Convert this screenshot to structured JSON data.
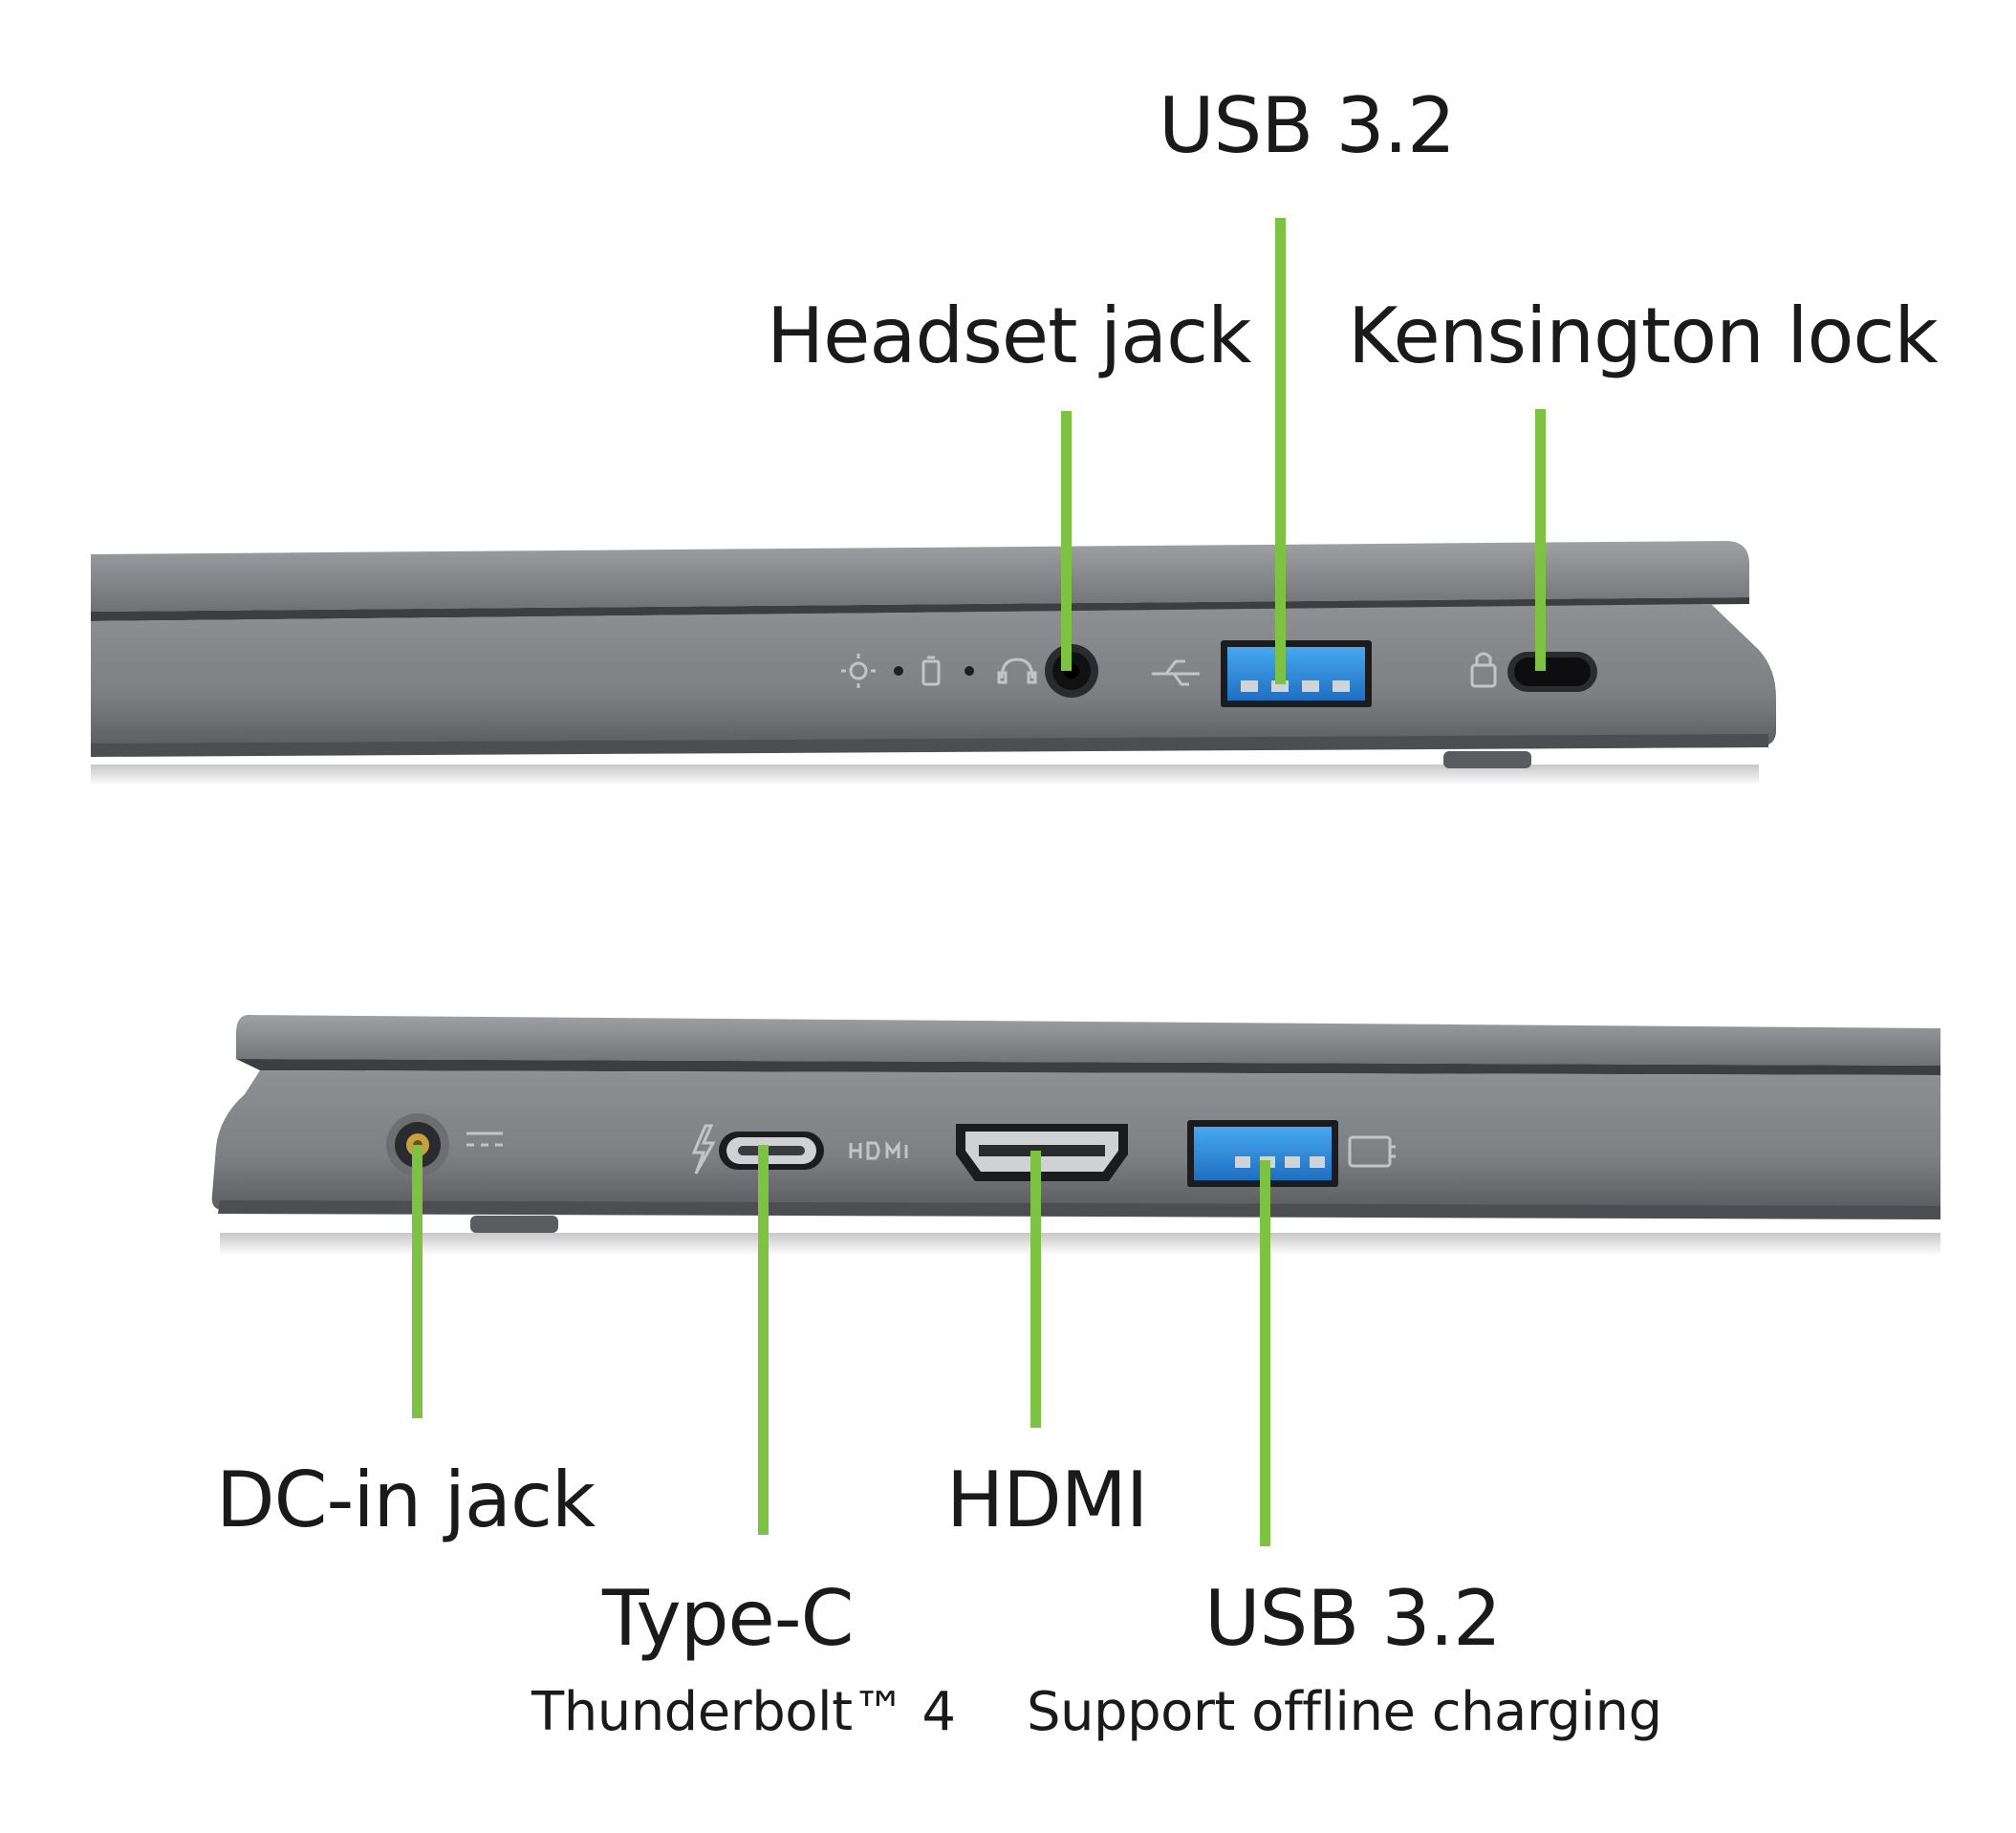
{
  "colors": {
    "leader": "#7dc242",
    "chassis": "#86888c",
    "chassis_dark": "#5a5c60",
    "chassis_light": "#9a9ca0",
    "usb_blue": "#2f8fe0"
  },
  "right_side": {
    "ports": [
      {
        "id": "headset",
        "label": "Headset jack",
        "icon": "headset-jack-icon"
      },
      {
        "id": "usb-a",
        "label": "USB 3.2",
        "icon": "usb-a-port-icon"
      },
      {
        "id": "kensington",
        "label": "Kensington lock",
        "icon": "lock-slot-icon"
      }
    ],
    "indicator_icons": [
      "power-light-icon",
      "battery-light-icon",
      "headset-symbol-icon",
      "usb-symbol-icon",
      "lock-symbol-icon"
    ]
  },
  "left_side": {
    "ports": [
      {
        "id": "dc-in",
        "label": "DC-in jack",
        "icon": "dc-in-port-icon"
      },
      {
        "id": "type-c",
        "label": "Type-C",
        "sublabel": "Thunderbolt™ 4",
        "icon": "usb-c-port-icon"
      },
      {
        "id": "hdmi",
        "label": "HDMI",
        "icon": "hdmi-port-icon"
      },
      {
        "id": "usb-a",
        "label": "USB 3.2",
        "sublabel": "Support offline charging",
        "icon": "usb-a-port-icon"
      }
    ],
    "port_markings": [
      "dc-symbol-icon",
      "thunderbolt-symbol-icon",
      "hdmi-logo-icon",
      "usb-charge-symbol-icon"
    ]
  }
}
